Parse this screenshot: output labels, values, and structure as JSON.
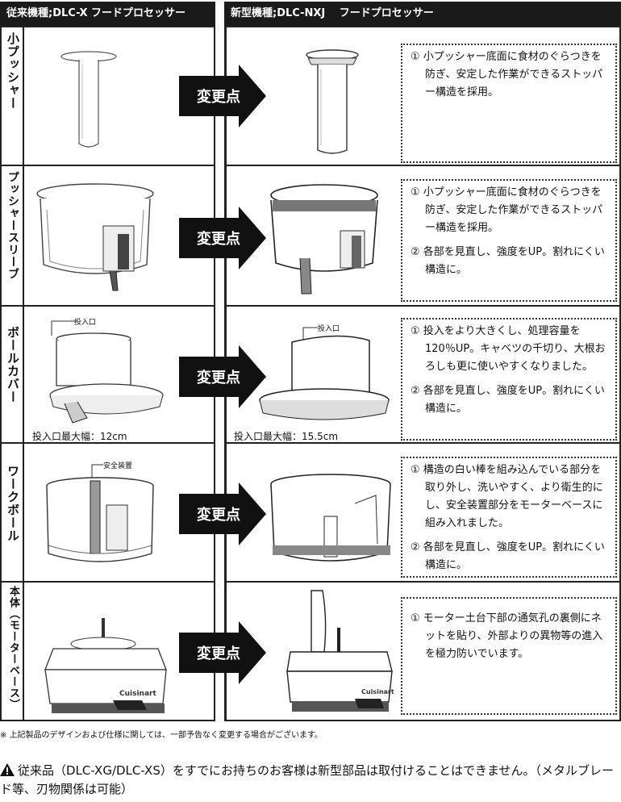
{
  "header": {
    "old_model": "従来機種;DLC-X フードプロセッサー",
    "new_model": "新型機種;DLC-NXJ　 フードプロセッサー"
  },
  "change_label": "変更点",
  "rows": [
    {
      "part_name": "小プッシャー",
      "notes": [
        "① 小プッシャー底面に食材のぐらつきを防ぎ、安定した作業ができるストッパー構造を採用。"
      ]
    },
    {
      "part_name": "プッシャースリーブ",
      "notes": [
        "① 小プッシャー底面に食材のぐらつきを防ぎ、安定した作業ができるストッパー構造を採用。",
        "② 各部を見直し、強度をUP。割れにくい構造に。"
      ]
    },
    {
      "part_name": "ボールカバー",
      "tag": "投入口",
      "old_width": "投入口最大幅：12cm",
      "new_width": "投入口最大幅：15.5cm",
      "notes": [
        "① 投入をより大きくし、処理容量を120％UP。キャベツの千切り、大根おろしも更に使いやすくなりました。",
        "② 各部を見直し、強度をUP。割れにくい構造に。"
      ]
    },
    {
      "part_name": "ワークボール",
      "tag": "安全装置",
      "notes": [
        "① 構造の白い棒を組み込んでいる部分を取り外し、洗いやすく、より衛生的にし、安全装置部分をモーターベースに組み入れました。",
        "② 各部を見直し、強度をUP。割れにくい構造に。"
      ]
    },
    {
      "part_name": "本体（モーターベース）",
      "brand": "Cuisinart",
      "notes": [
        "① モーター土台下部の通気孔の裏側にネットを貼り、外部よりの異物等の進入を極力防いでいます。"
      ]
    }
  ],
  "footnote": "※ 上記製品のデザインおよび仕様に関しては、一部予告なく変更する場合がございます。",
  "warning": "従来品（DLC-XG/DLC-XS）をすでにお持ちのお客様は新型部品は取付けることはできません。（メタルブレード等、刃物関係は可能）",
  "colors": {
    "header_bg": "#1a1a1a",
    "arrow": "#111111",
    "border": "#222222"
  }
}
